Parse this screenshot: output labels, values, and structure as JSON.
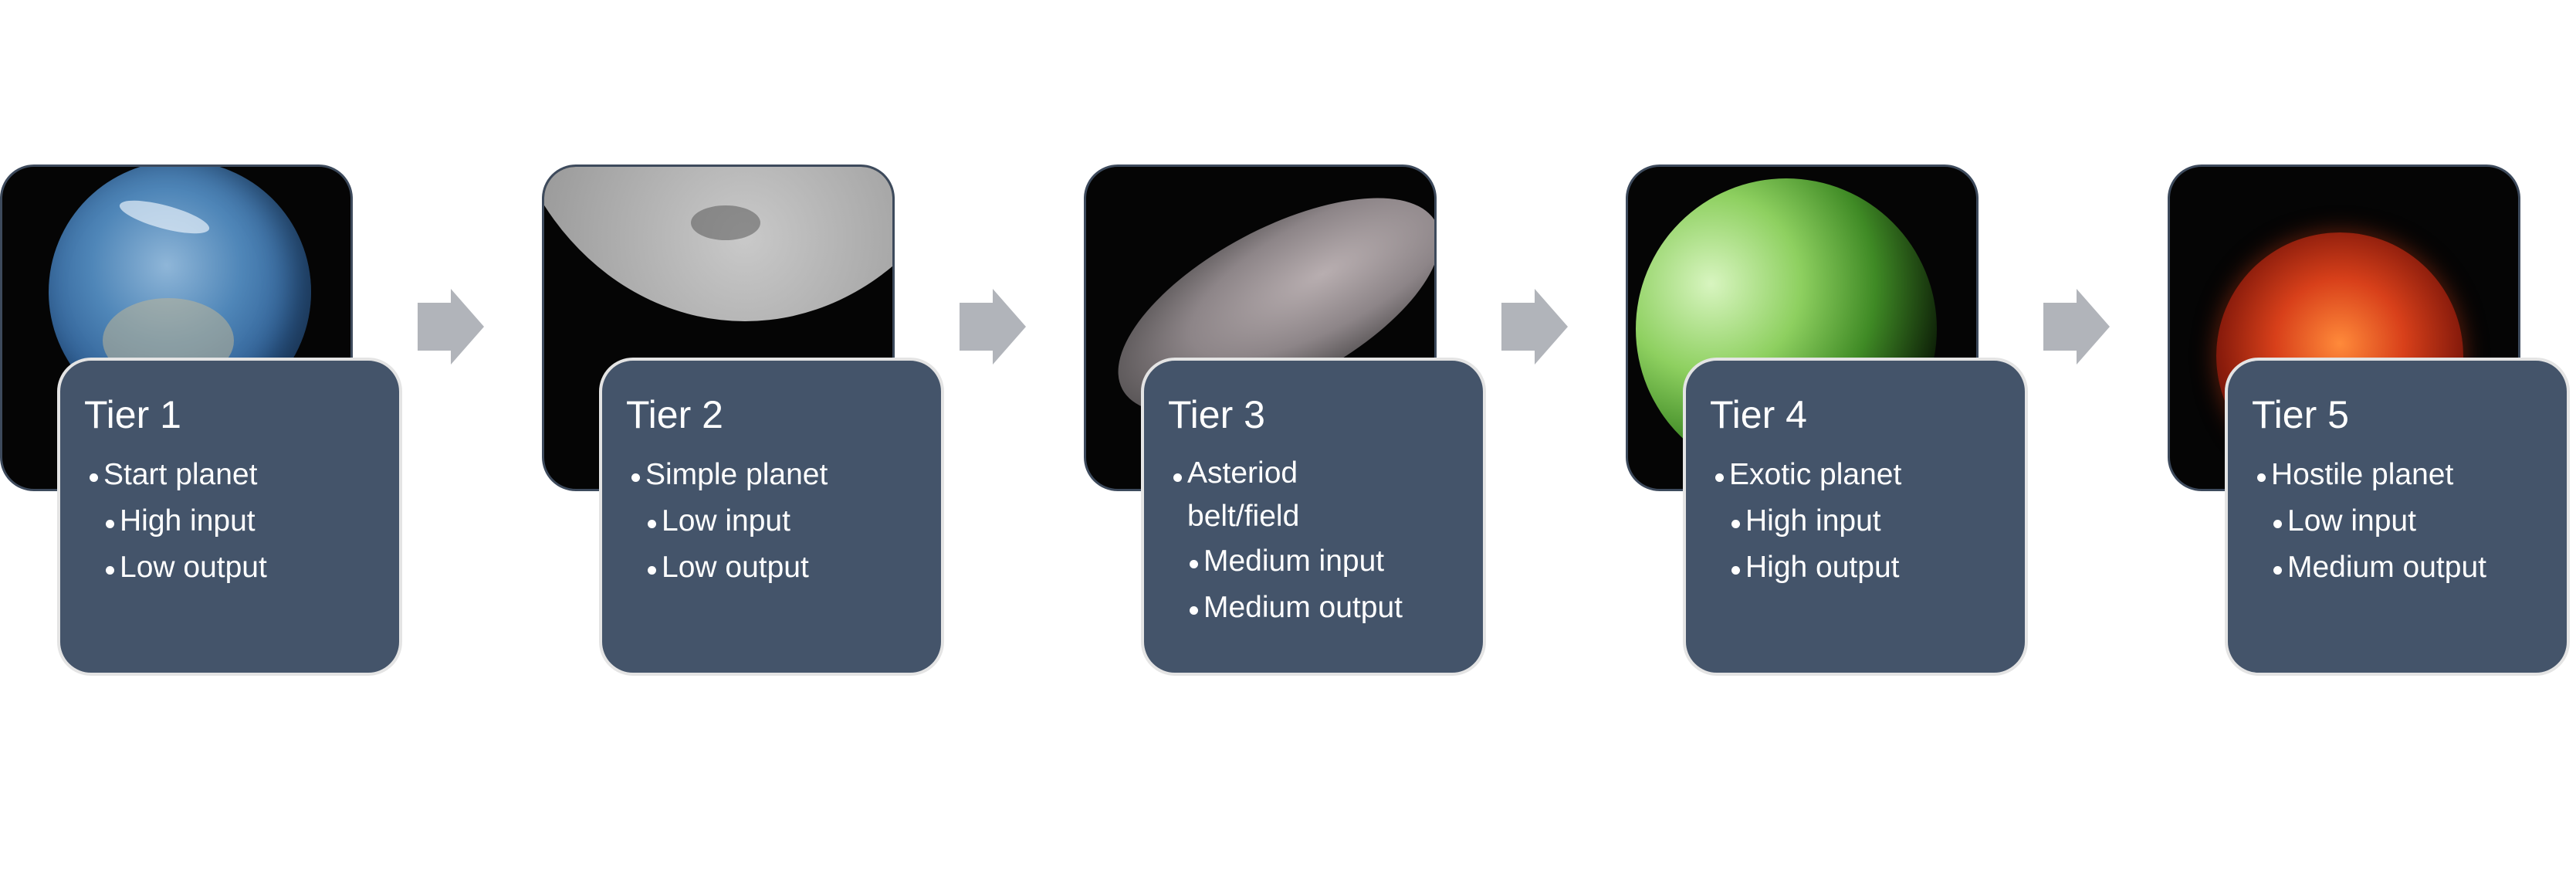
{
  "tiers": [
    {
      "title": "Tier 1",
      "planet_icon": "earth-image",
      "items": [
        {
          "text": "Start planet",
          "level": 1
        },
        {
          "text": "High input",
          "level": 2
        },
        {
          "text": "Low output",
          "level": 2
        }
      ]
    },
    {
      "title": "Tier 2",
      "planet_icon": "moon-image",
      "items": [
        {
          "text": "Simple planet",
          "level": 1
        },
        {
          "text": "Low input",
          "level": 2
        },
        {
          "text": "Low output",
          "level": 2
        }
      ]
    },
    {
      "title": "Tier 3",
      "planet_icon": "asteroid-image",
      "items": [
        {
          "text": "Asteriod belt/field",
          "level": 1
        },
        {
          "text": "Medium input",
          "level": 2
        },
        {
          "text": "Medium output",
          "level": 2
        }
      ]
    },
    {
      "title": "Tier 4",
      "planet_icon": "exotic-planet-image",
      "items": [
        {
          "text": "Exotic planet",
          "level": 1
        },
        {
          "text": "High input",
          "level": 2
        },
        {
          "text": "High output",
          "level": 2
        }
      ]
    },
    {
      "title": "Tier 5",
      "planet_icon": "hostile-planet-image",
      "items": [
        {
          "text": "Hostile planet",
          "level": 1
        },
        {
          "text": "Low input",
          "level": 2
        },
        {
          "text": "Medium output",
          "level": 2
        }
      ]
    }
  ],
  "colors": {
    "card": "#44546a",
    "arrow": "#b1b4ba",
    "image_bg": "#050505"
  }
}
